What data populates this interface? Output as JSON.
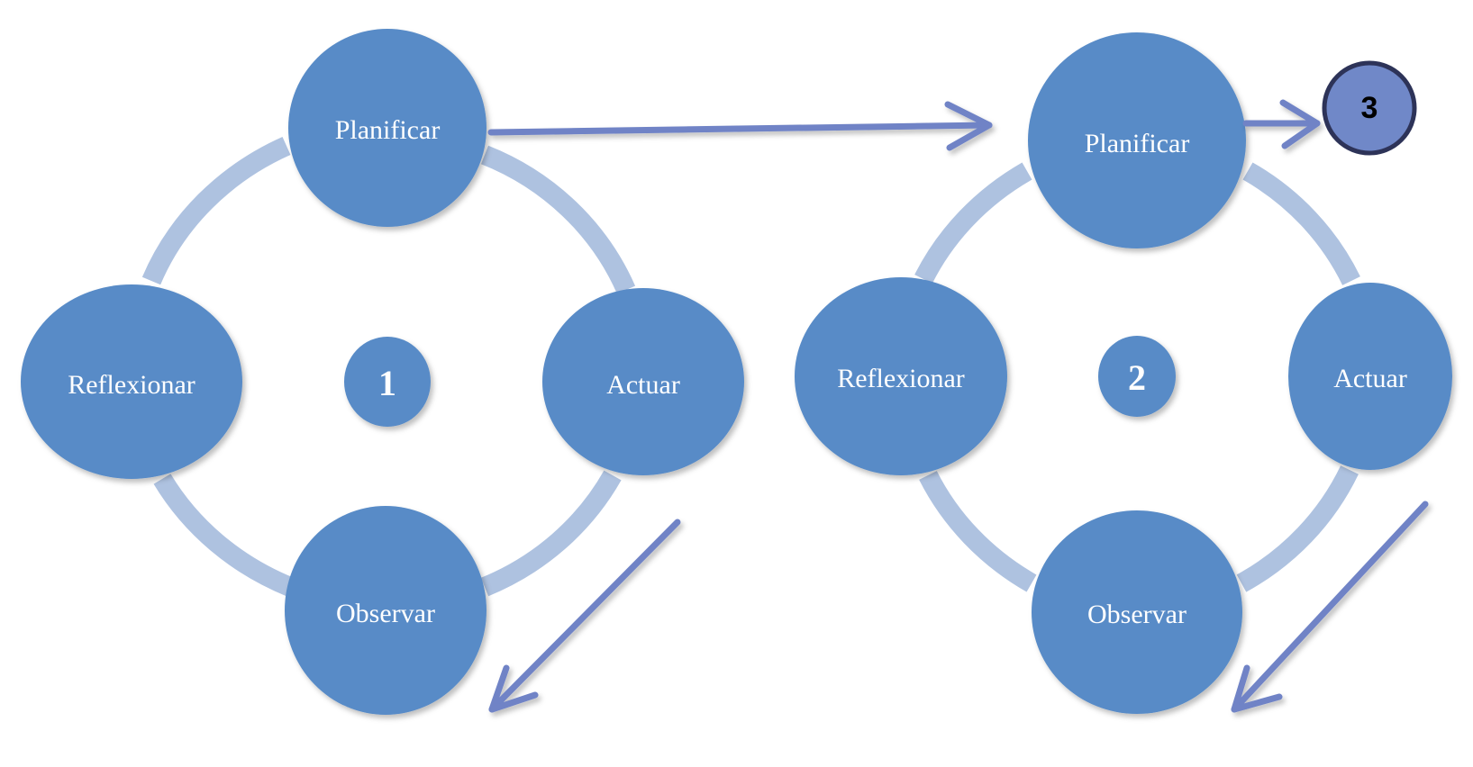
{
  "colors": {
    "node": "#588bc7",
    "ring": "#aec2e0",
    "arrow": "#6f83c6",
    "badge_fill": "#7088c8",
    "badge_stroke": "#2d3358"
  },
  "cycle1": {
    "number": "1",
    "top": "Planificar",
    "right": "Actuar",
    "bottom": "Observar",
    "left": "Reflexionar"
  },
  "cycle2": {
    "number": "2",
    "top": "Planificar",
    "right": "Actuar",
    "bottom": "Observar",
    "left": "Reflexionar"
  },
  "next_cycle": {
    "number": "3"
  }
}
